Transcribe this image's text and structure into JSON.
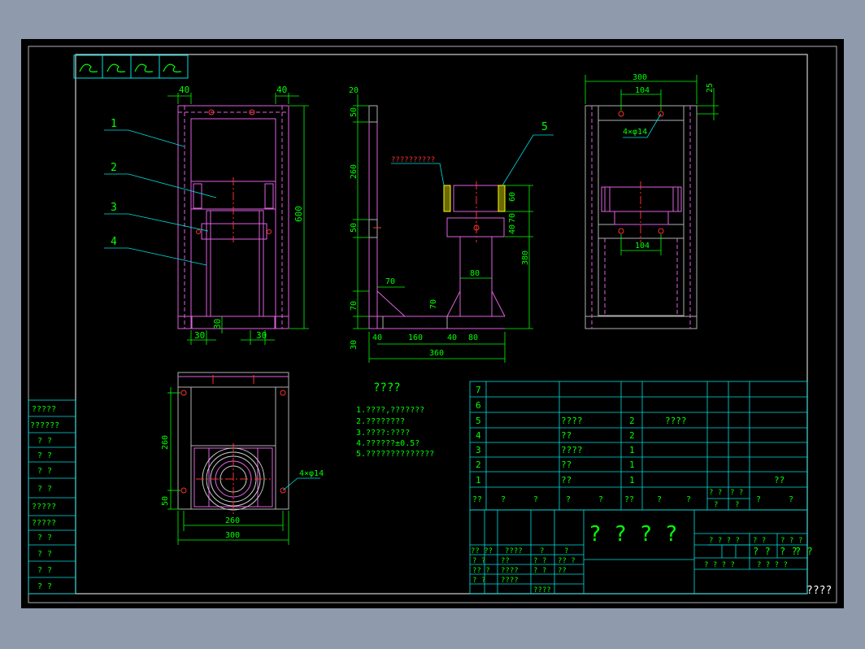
{
  "colors": {
    "background": "#000000",
    "frame": "#b0b0b0",
    "part": "#e060e0",
    "dimension": "#00ff00",
    "leader": "#00e0e0",
    "table_text": "#00ff00",
    "title_symbol": "#00ff00",
    "red_note": "#ff3030",
    "center_line": "#ff3030",
    "highlight": "#ffff00",
    "page_bg": "#8f9bad"
  },
  "front_view": {
    "dims": {
      "top_left": "40",
      "top_right": "40",
      "height": "600",
      "bot_left": "30",
      "bot_mid": "30",
      "bot_right": "30"
    },
    "callouts": [
      "1",
      "2",
      "3",
      "4"
    ]
  },
  "side_view": {
    "dims": {
      "top": "20",
      "v1": "50",
      "v2": "260",
      "v3": "50",
      "v4": "70",
      "bot": "30",
      "h1": "70",
      "h2": "70",
      "b1": "40",
      "b2": "160",
      "b3": "40",
      "b4": "80",
      "total": "360",
      "r1": "60",
      "r2": "70",
      "r3": "40",
      "r4": "380",
      "w80": "80"
    },
    "callout": "5",
    "red_note": "??????????"
  },
  "right_view": {
    "dims": {
      "width": "300",
      "top": "104",
      "offset": "25",
      "bottom": "104"
    },
    "hole_note": "4×φ14"
  },
  "top_view": {
    "dims": {
      "height": "260",
      "h50": "50",
      "w260": "260",
      "w300": "300"
    },
    "hole_note": "4×φ14"
  },
  "notes": {
    "title": "????",
    "lines": [
      "1.????,???????",
      "2.????????",
      "3.????:????",
      "4.??????±0.5?",
      "5.??????????????"
    ]
  },
  "revision_column": [
    "?????",
    "??????",
    "?  ?",
    "?  ?",
    "?  ?",
    "?  ?",
    "?????",
    "?????",
    "?  ?",
    "?  ?",
    "?  ?",
    "?  ?"
  ],
  "bom": {
    "rows": [
      {
        "no": "7",
        "name": "",
        "qty": "",
        "material": "",
        "note": ""
      },
      {
        "no": "6",
        "name": "",
        "qty": "",
        "material": "",
        "note": ""
      },
      {
        "no": "5",
        "name": "????",
        "qty": "2",
        "material": "????",
        "note": ""
      },
      {
        "no": "4",
        "name": "??",
        "qty": "2",
        "material": "",
        "note": ""
      },
      {
        "no": "3",
        "name": "????",
        "qty": "1",
        "material": "",
        "note": ""
      },
      {
        "no": "2",
        "name": "??",
        "qty": "1",
        "material": "",
        "note": ""
      },
      {
        "no": "1",
        "name": "??",
        "qty": "1",
        "material": "",
        "note": "??"
      }
    ],
    "header": [
      "??",
      "?",
      "?",
      "?",
      "?",
      "??",
      "?",
      "?",
      "? ?",
      "? ?",
      "?",
      "?",
      "?",
      "?"
    ]
  },
  "title_block": {
    "drawing_title": "? ? ? ?",
    "left_grid": [
      "?? ??",
      "????",
      "?",
      "?",
      "? ?",
      "??",
      "? ?",
      "?? ?",
      "?? ?",
      "????",
      "? ?",
      "??",
      "? ?",
      "????",
      "????"
    ],
    "right_top": [
      "? ? ? ?",
      "? ?",
      "? ?",
      "?"
    ],
    "right_mid": [
      "? ?",
      "? ?",
      "? ?"
    ],
    "right_bot": [
      "? ? ? ?",
      "? ? ? ?",
      "? ? ? ?"
    ],
    "corner_text": "????"
  }
}
